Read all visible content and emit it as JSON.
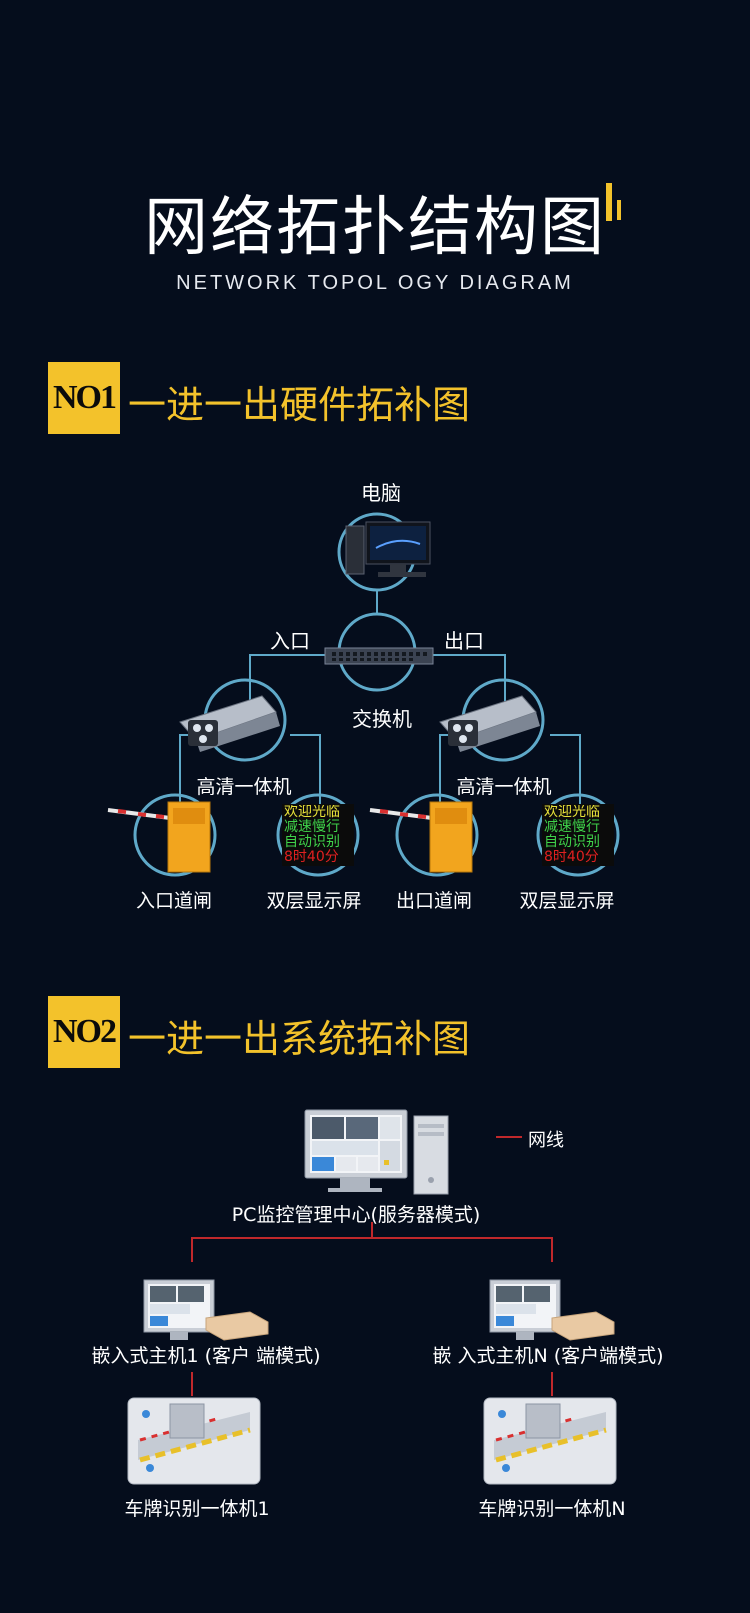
{
  "header": {
    "title": "网络拓扑结构图",
    "subtitle": "NETWORK TOPOL OGY DIAGRAM"
  },
  "section1": {
    "badge": "NO1",
    "title": "一进一出硬件拓补图",
    "nodes": {
      "computer": "电脑",
      "entrance": "入口",
      "exit": "出口",
      "switch": "交换机",
      "camera_left": "高清一体机",
      "camera_right": "高清一体机",
      "gate_in": "入口道闸",
      "display_left": "双层显示屏",
      "gate_out": "出口道闸",
      "display_right": "双层显示屏"
    },
    "led_text": [
      "欢迎光临",
      "减速慢行",
      "自动识别",
      "8时40分"
    ]
  },
  "section2": {
    "badge": "NO2",
    "title": "一进一出系统拓补图",
    "legend": "网线",
    "nodes": {
      "pc_center": "PC监控管理中心(服务器模式)",
      "host_1": "嵌入式主机1 (客户 端模式)",
      "host_n": "嵌 入式主机N (客户端模式)",
      "lpr_1": "车牌识别一体机1",
      "lpr_n": "车牌识别一体机N"
    }
  },
  "colors": {
    "background": "#050d1c",
    "accent": "#f3c22b",
    "line_blue": "#5fa9c9",
    "line_red": "#c0282b",
    "led_yellow": "#e8e23a",
    "led_green": "#3fd24a",
    "led_red": "#e02020"
  }
}
